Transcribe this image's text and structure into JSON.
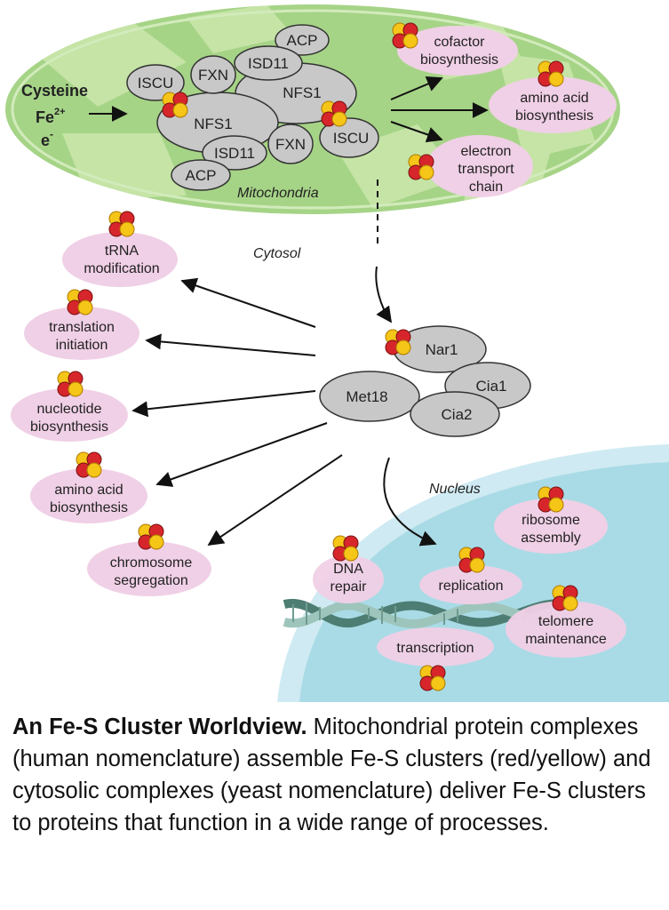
{
  "diagram": {
    "regions": {
      "mitochondria": "Mitochondria",
      "cytosol": "Cytosol",
      "nucleus": "Nucleus"
    },
    "inputs": {
      "cysteine": "Cysteine",
      "iron": "Fe",
      "iron_charge": "2+",
      "electron": "e",
      "electron_charge": "-"
    },
    "mito_proteins": {
      "acp_top": "ACP",
      "iscu_left": "ISCU",
      "fxn_top": "FXN",
      "isd11_top": "ISD11",
      "nfs1_right": "NFS1",
      "nfs1_left": "NFS1",
      "isd11_bottom": "ISD11",
      "fxn_bottom": "FXN",
      "iscu_right": "ISCU",
      "acp_bottom": "ACP"
    },
    "mito_targets": {
      "cofactor": [
        "cofactor",
        "biosynthesis"
      ],
      "amino_acid": [
        "amino acid",
        "biosynthesis"
      ],
      "etc": [
        "electron",
        "transport",
        "chain"
      ]
    },
    "cia_proteins": {
      "nar1": "Nar1",
      "cia1": "Cia1",
      "met18": "Met18",
      "cia2": "Cia2"
    },
    "cyto_targets": {
      "trna": [
        "tRNA",
        "modification"
      ],
      "translation": [
        "translation",
        "initiation"
      ],
      "nucleotide": [
        "nucleotide",
        "biosynthesis"
      ],
      "amino_acid": [
        "amino acid",
        "biosynthesis"
      ],
      "chromosome": [
        "chromosome",
        "segregation"
      ]
    },
    "nuclear_targets": {
      "ribosome": [
        "ribosome",
        "assembly"
      ],
      "dna_repair": [
        "DNA",
        "repair"
      ],
      "replication": "replication",
      "telomere": [
        "telomere",
        "maintenance"
      ],
      "transcription": "transcription"
    }
  },
  "caption": {
    "title": "An Fe-S Cluster Worldview.",
    "body": "Mitochondrial protein complexes (human nomenclature) assemble Fe-S clusters (red/yellow) and cytosolic complexes (yeast nomenclature) deliver Fe-S clusters to proteins that function in a wide range of processes."
  },
  "colors": {
    "cluster_red": "#d7262b",
    "cluster_yellow": "#f5c518",
    "mito_green": "#b9dd95",
    "nucleus_blue": "#a9dbe6",
    "target_pink": "#f0d0e6",
    "protein_gray": "#c8c8c8"
  }
}
